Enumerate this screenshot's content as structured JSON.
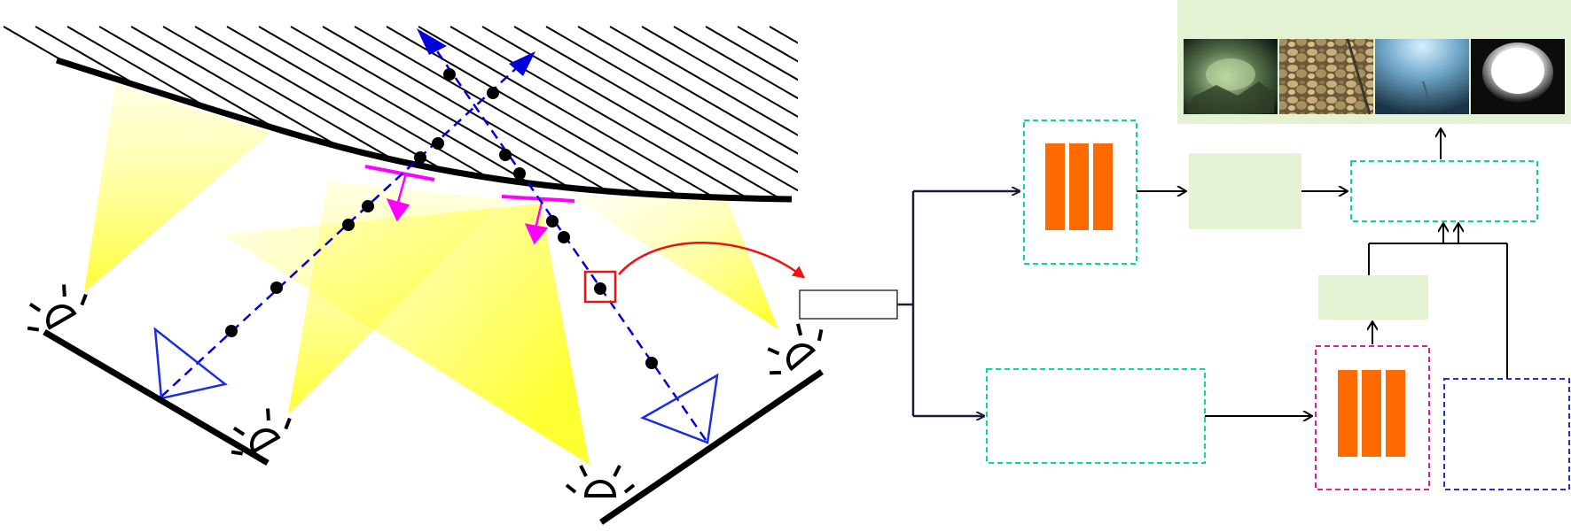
{
  "colors": {
    "light_cone": "#ffff00",
    "light_cone_fade": "#ffffff",
    "optical_ray": "#0000dd",
    "reflection_arrow": "#ff00ff",
    "highlight_box": "#ee1111",
    "callout_arrow": "#ee1111",
    "pale_green": "#e2f2d2",
    "cyan_dashed": "#00dd99",
    "magenta_dashed": "#e0208a",
    "blue_dashed": "#2233cc",
    "orange_block": "#ff6a00",
    "connector": "#1a1a3a",
    "surface": "#000000"
  },
  "icons": {
    "lamp": "lamp-icon",
    "camera": "camera-icon",
    "hatched_surface": "hatched-surface",
    "thumbnails": [
      "underwater-image-1",
      "underwater-image-2",
      "underwater-image-3",
      "underwater-image-4"
    ]
  },
  "labels": {}
}
